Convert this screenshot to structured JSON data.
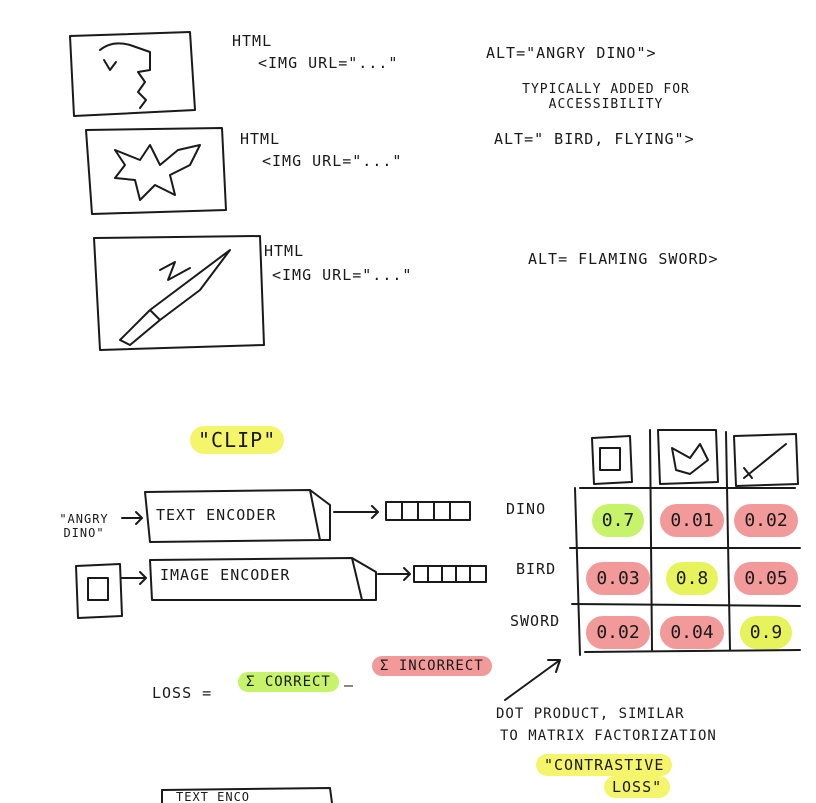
{
  "examples": [
    {
      "html_label": "HTML",
      "tag": "<IMG  URL=\"...\"",
      "alt": "ALT=\"ANGRY DINO\">",
      "note": "TYPICALLY ADDED FOR ACCESSIBILITY"
    },
    {
      "html_label": "HTML",
      "tag": "<IMG  URL=\"...\"",
      "alt": "ALT=\" BIRD, FLYING\">"
    },
    {
      "html_label": "HTML",
      "tag": "<IMG  URL=\"...\"",
      "alt": "ALT= FLAMING SWORD>"
    }
  ],
  "clip": {
    "title": "\"CLIP\"",
    "text_input": "\"ANGRY DINO\"",
    "text_encoder": "TEXT ENCODER",
    "image_encoder": "IMAGE ENCODER",
    "loss_label": "LOSS =",
    "loss_correct": "Σ CORRECT",
    "loss_minus": "–",
    "loss_incorrect": "Σ INCORRECT",
    "footnote_line1": "DOT PRODUCT, SIMILAR",
    "footnote_line2": "TO MATRIX FACTORIZATION",
    "contrastive_line1": "\"CONTRASTIVE",
    "contrastive_line2": "LOSS\"",
    "bottom_partial": "TEXT ENCO"
  },
  "matrix": {
    "row_labels": [
      "DINO",
      "BIRD",
      "SWORD"
    ],
    "rows": [
      [
        "0.7",
        "0.01",
        "0.02"
      ],
      [
        "0.03",
        "0.8",
        "0.05"
      ],
      [
        "0.02",
        "0.04",
        "0.9"
      ]
    ],
    "highlight": [
      [
        "green",
        "red",
        "red"
      ],
      [
        "red",
        "yellow",
        "red"
      ],
      [
        "red",
        "red",
        "yellow"
      ]
    ]
  },
  "icons": [
    "dino-icon",
    "bird-icon",
    "sword-icon"
  ]
}
